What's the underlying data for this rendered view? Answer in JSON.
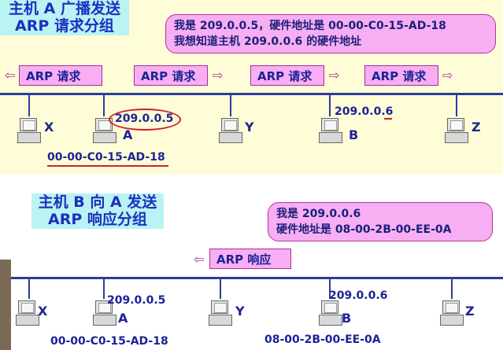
{
  "top": {
    "title_line1": "主机 A 广播发送",
    "title_line2": "ARP 请求分组",
    "bubble_line1": "我是 209.0.0.5，硬件地址是 00-00-C0-15-AD-18",
    "bubble_line2": "我想知道主机 209.0.0.6 的硬件地址",
    "arp_label": "ARP 请求",
    "hosts": [
      "X",
      "A",
      "Y",
      "B",
      "Z"
    ],
    "ip_a": "209.0.0.5",
    "ip_b": "209.0.0.6",
    "mac_a": "00-00-C0-15-AD-18"
  },
  "bottom": {
    "title_line1": "主机 B 向 A 发送",
    "title_line2": "ARP 响应分组",
    "bubble_line1": "我是 209.0.0.6",
    "bubble_line2": "硬件地址是 08-00-2B-00-EE-0A",
    "arp_label": "ARP 响应",
    "hosts": [
      "X",
      "A",
      "Y",
      "B",
      "Z"
    ],
    "ip_a": "209.0.0.5",
    "ip_b": "209.0.0.6",
    "mac_a": "00-00-C0-15-AD-18",
    "mac_b": "08-00-2B-00-EE-0A"
  },
  "colors": {
    "title_bg": "#b9f3f3",
    "bubble_bg": "#f7aef2",
    "text": "#1c2396",
    "highlight": "#d0202a"
  }
}
